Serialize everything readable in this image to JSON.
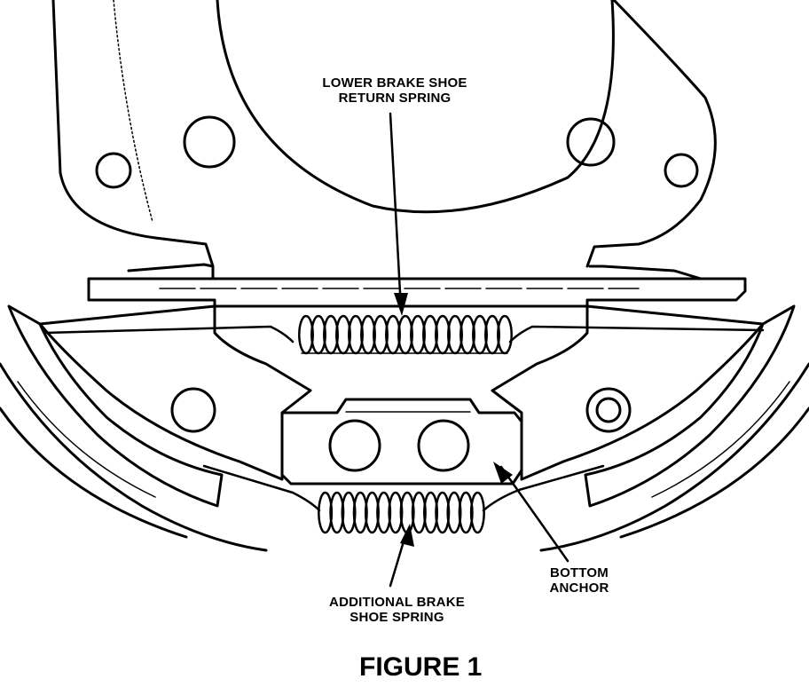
{
  "labels": {
    "lower_spring_line1": "LOWER BRAKE SHOE",
    "lower_spring_line2": "RETURN SPRING",
    "additional_spring_line1": "ADDITIONAL BRAKE",
    "additional_spring_line2": "SHOE SPRING",
    "anchor_line1": "BOTTOM",
    "anchor_line2": "ANCHOR"
  },
  "figure_caption": "FIGURE 1",
  "colors": {
    "ink": "#000000",
    "paper": "#ffffff"
  }
}
